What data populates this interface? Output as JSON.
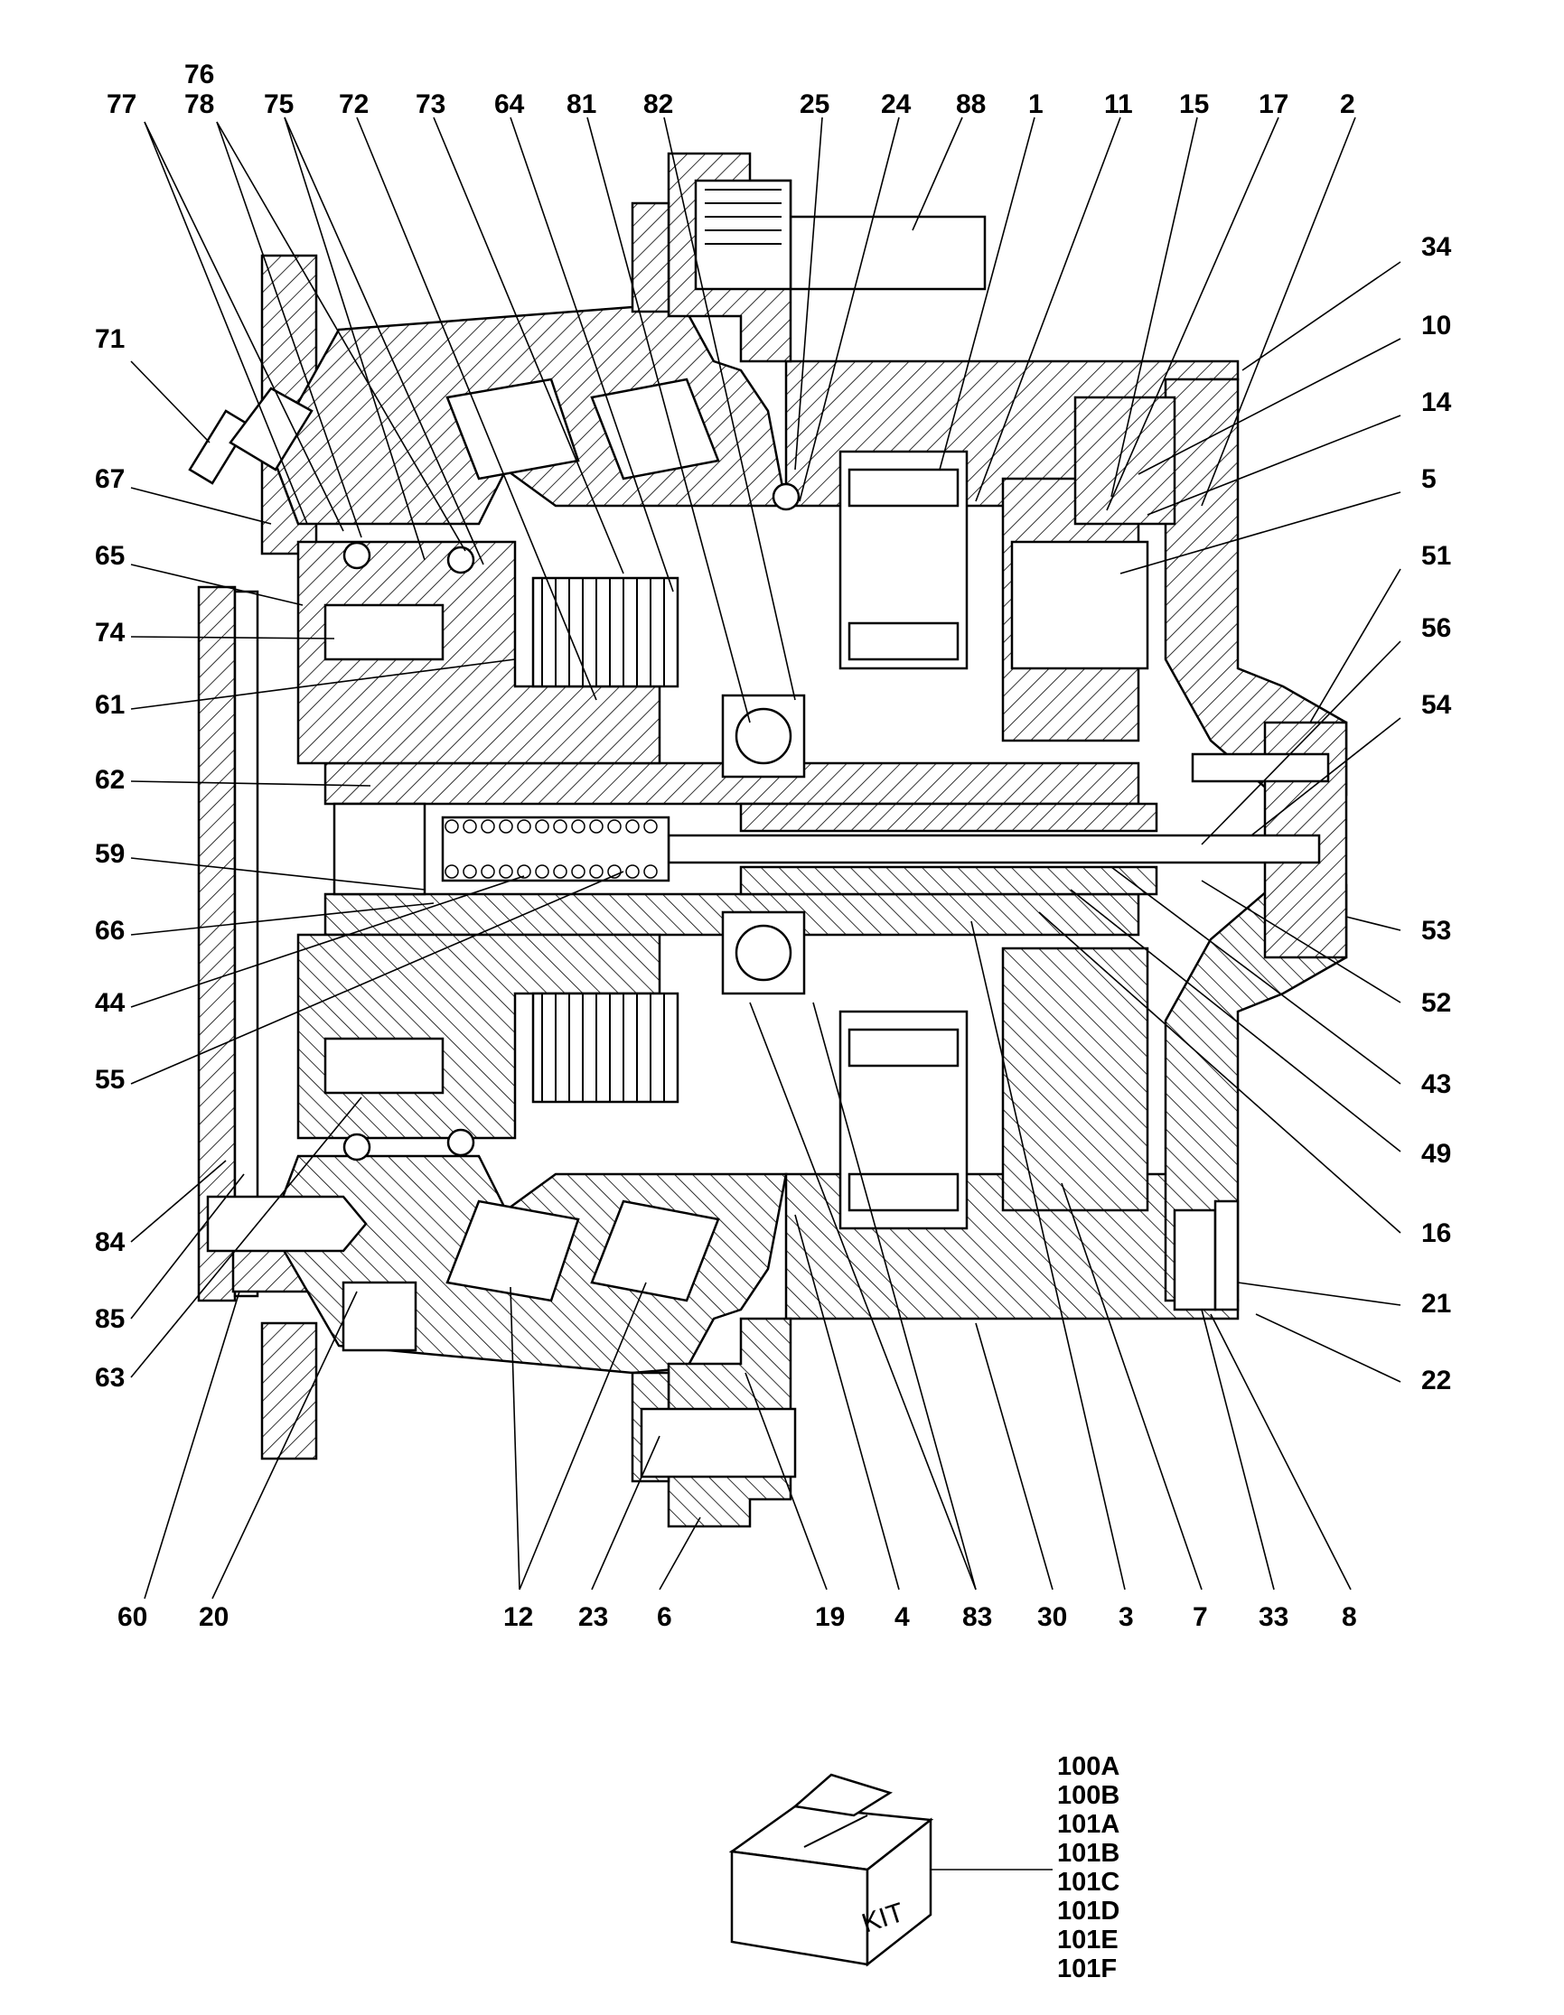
{
  "labels_top": [
    {
      "text": "77"
    },
    {
      "text": "76"
    },
    {
      "text": "78"
    },
    {
      "text": "75"
    },
    {
      "text": "72"
    },
    {
      "text": "73"
    },
    {
      "text": "64"
    },
    {
      "text": "81"
    },
    {
      "text": "82"
    },
    {
      "text": "25"
    },
    {
      "text": "24"
    },
    {
      "text": "88"
    },
    {
      "text": "1"
    },
    {
      "text": "11"
    },
    {
      "text": "15"
    },
    {
      "text": "17"
    },
    {
      "text": "2"
    }
  ],
  "labels_left": [
    {
      "text": "71"
    },
    {
      "text": "67"
    },
    {
      "text": "65"
    },
    {
      "text": "74"
    },
    {
      "text": "61"
    },
    {
      "text": "62"
    },
    {
      "text": "59"
    },
    {
      "text": "66"
    },
    {
      "text": "44"
    },
    {
      "text": "55"
    },
    {
      "text": "84"
    },
    {
      "text": "85"
    },
    {
      "text": "63"
    }
  ],
  "labels_right": [
    {
      "text": "34"
    },
    {
      "text": "10"
    },
    {
      "text": "14"
    },
    {
      "text": "5"
    },
    {
      "text": "51"
    },
    {
      "text": "56"
    },
    {
      "text": "54"
    },
    {
      "text": "53"
    },
    {
      "text": "52"
    },
    {
      "text": "43"
    },
    {
      "text": "49"
    },
    {
      "text": "16"
    },
    {
      "text": "21"
    },
    {
      "text": "22"
    }
  ],
  "labels_bottom": [
    {
      "text": "60"
    },
    {
      "text": "20"
    },
    {
      "text": "12"
    },
    {
      "text": "23"
    },
    {
      "text": "6"
    },
    {
      "text": "19"
    },
    {
      "text": "4"
    },
    {
      "text": "83"
    },
    {
      "text": "30"
    },
    {
      "text": "3"
    },
    {
      "text": "7"
    },
    {
      "text": "33"
    },
    {
      "text": "8"
    }
  ],
  "kit": {
    "box_text": "KIT",
    "items": [
      "100A",
      "100B",
      "101A",
      "101B",
      "101C",
      "101D",
      "101E",
      "101F"
    ]
  }
}
